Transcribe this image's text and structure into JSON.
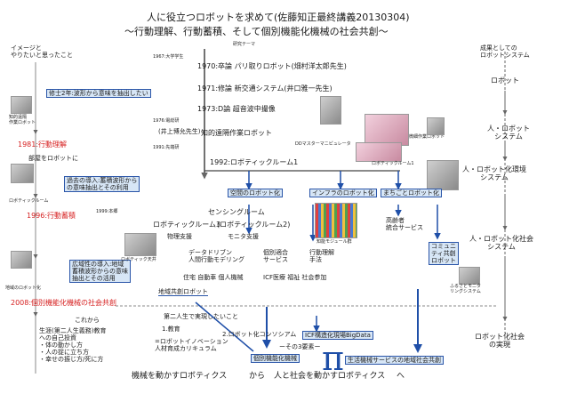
{
  "title": {
    "line1": "人に役立つロボットを求めて(佐藤知正最終講義20130304)",
    "line2": "〜行動理解、行動蓄積、そして個別機能化機械の社会共創〜"
  },
  "left_column": {
    "header": "イメージと\nやりたいと思ったこと",
    "first_year_box": "修士2年:波形から意味を抽出したい",
    "img_remote_label": "知的遠隔\n作業ロボット",
    "year_1981": "1981:行動理解",
    "room_text": "部屋をロボットに",
    "robotic_room_label": "ロボティックルーム",
    "past_intro_box": "過去の導入:蓄積波形から\nの意味抽出とその利用",
    "year_1996": "1996:行動蓄積",
    "regional_label": "地域のロボット化",
    "wide_intro_box": "広域性の導入:地域\n蓄積波形からの意味\n抽出とその活用",
    "year_2008": "2008:個別機能化機械の社会共創",
    "future_header": "これから",
    "future_body": "生涯(第二人生義務)教育\nへの自己投資\n・体の動かし方\n・人の捉に立ち方\n・幸せの振じ方/死に方"
  },
  "center": {
    "research_theme": "研究テーマ",
    "note_1967": "1967:大学学生",
    "row_1970": "1970:卒論  パリ取りロボット(畑村洋太郎先生)",
    "row_1971": "1971:修論  新交通システム(井口雅一先生)",
    "row_1973": "1973:D論  超音波中撮像",
    "note_1976": "1976:電総研",
    "prof_inoue": "(井上博允先生)",
    "remote_robot": "知的遠隔作業ロボット",
    "note_1991": "1991:先端研",
    "dd_label": "DDマスターマニピュレータ",
    "micro_label": "微細作業ロボット",
    "room_photo_label": "ロボティックルーム1",
    "row_1992": "1992:ロボティックルーム1",
    "space_robotization": "空間のロボット化",
    "infra_robotization": "インフラのロボット化",
    "town_robotization": "まちごとロボット化",
    "sensing_room": "センシングルーム",
    "robotic_room2": "(ロボティックルーム2)",
    "robotic_room3": "ロボティックルーム3",
    "robot_ceiling": "ロボティック天井",
    "monitor_support": "モニタ支援",
    "physical_support": "物理支援",
    "data_dripping": "データドリブン\n人間行動モデリング",
    "individual_service": "個別適合\nサービス",
    "behavior_method": "行動理解\n手法",
    "smart_module": "知能モジュール群",
    "housing": "住宅 自動車 個人機械",
    "icf_line": "ICF医療 福祉 社会参加",
    "note_1999": "1999:本郷",
    "regional_robot": "地域共創ロボット",
    "elderly": "高齢者\n統合サービス",
    "community": "コミュニ\nティ共創\nロボット",
    "second_life": "第二人生で実現したいこと",
    "edu_1": "1.教育",
    "edu_1_detail": "=ロボットイノベーション\n人材育成カリキュラム",
    "edu_2": "2.ロボット化コンソシアム",
    "icf_bigdata": "ICF構造化現場BigData",
    "three_elements": "ーその3要素ー",
    "individual_machine": "個別機能化機械",
    "life_service": "生活機械サービスの地域社会共創",
    "bottom_left": "機械を動かすロボティクス",
    "bottom_mid": "から",
    "bottom_right": "人と社会を動かすロボティクス",
    "bottom_end": "へ",
    "pi_symbol": "π"
  },
  "right_column": {
    "header": "成果としての\nロボットシステム",
    "robot": "ロボット",
    "human_robot_system": "人・ロボット\nシステム",
    "env_system": "人・ロボット化環境\nシステム",
    "society": "人・ロボット化社会\nシステム",
    "home_monitor": "ふるさとモニタ\nリングシステム",
    "realization": "ロボット化社会\nの実現"
  },
  "colors": {
    "accent_blue": "#1f4fa8",
    "highlight_red": "#d62020",
    "box_fill": "#d7e6f6"
  }
}
